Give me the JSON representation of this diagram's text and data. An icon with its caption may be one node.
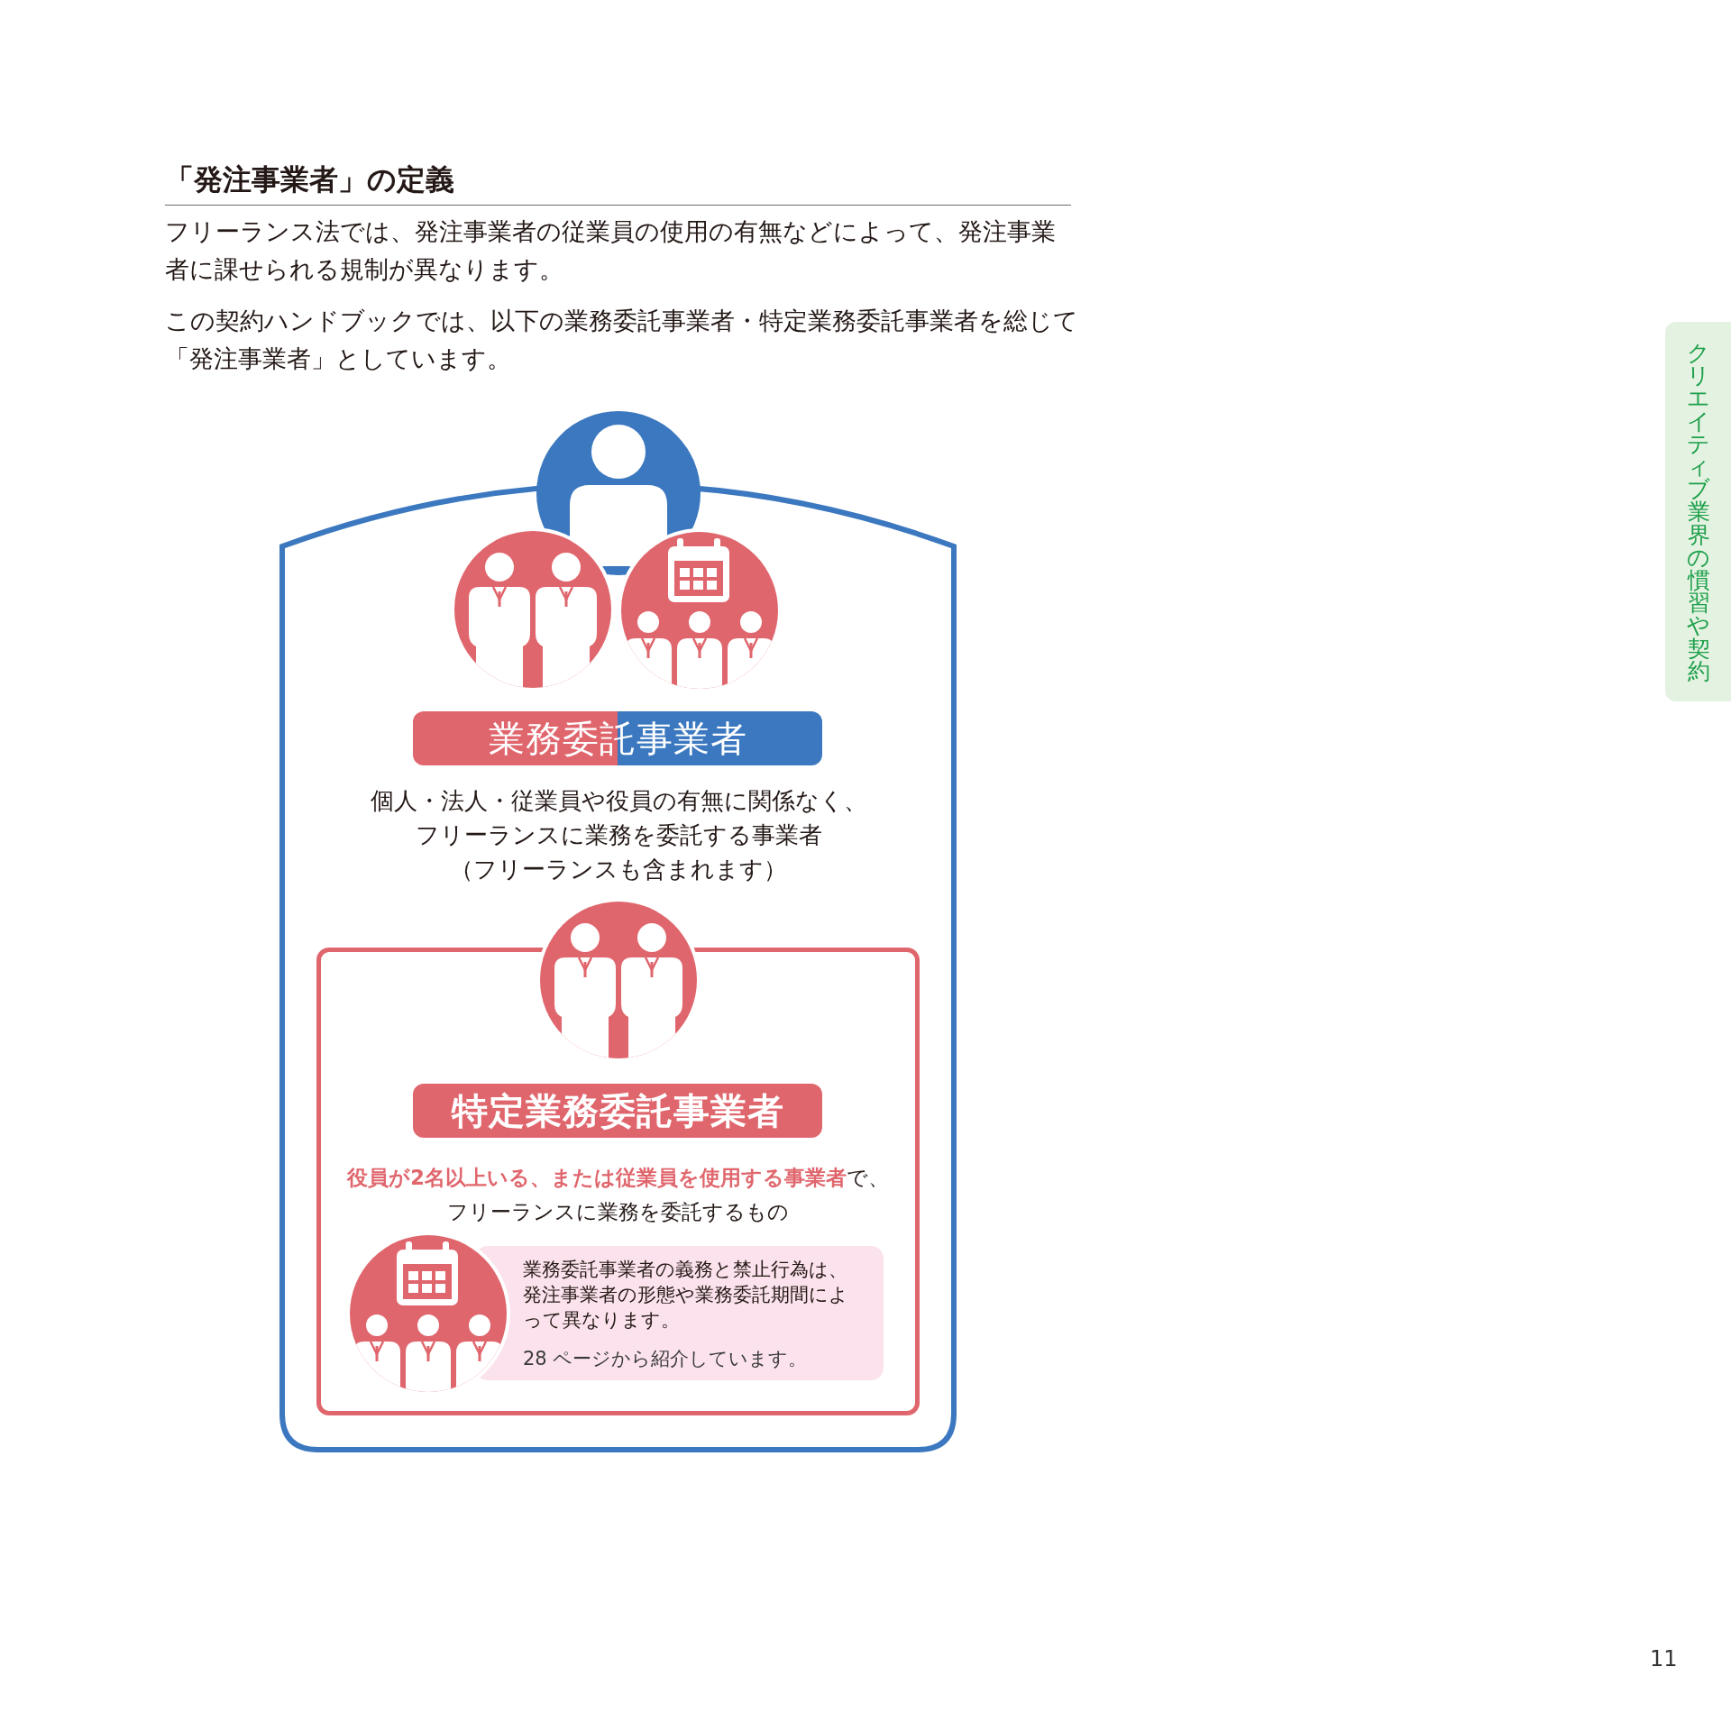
{
  "diagram": {
    "title": "「発注事業者」の定義",
    "nodes": [
      {
        "text": [
          "業務委託事業者",
          "個人・法人・従業員や役員の有無に関係なく、フリーランスに業務を委託する事業者（フリーランスも含まれます）"
        ]
      },
      {
        "text": [
          "特定業務委託事業者",
          "**役員が2名以上いる、または従業員を使用する事業者**で、フリーランスに業務を委託するもの"
        ],
        "in": 0
      },
      {
        "text": [
          "業務委託事業者の義務と禁止行為は、発注事業者の形態や業務委託期間によって異なります。",
          "28 ページから紹介しています。"
        ],
        "in": 1
      }
    ],
    "labels": [
      "フリーランス法では、発注事業者の従業員の使用の有無などによって、発注事業者に課せられる規制が異なります。",
      "この契約ハンドブックでは、以下の業務委託事業者・特定業務委託事業者を総じて「発注事業者」としています。",
      "クリエイティブ業界の慣習や契約",
      "11"
    ]
  }
}
